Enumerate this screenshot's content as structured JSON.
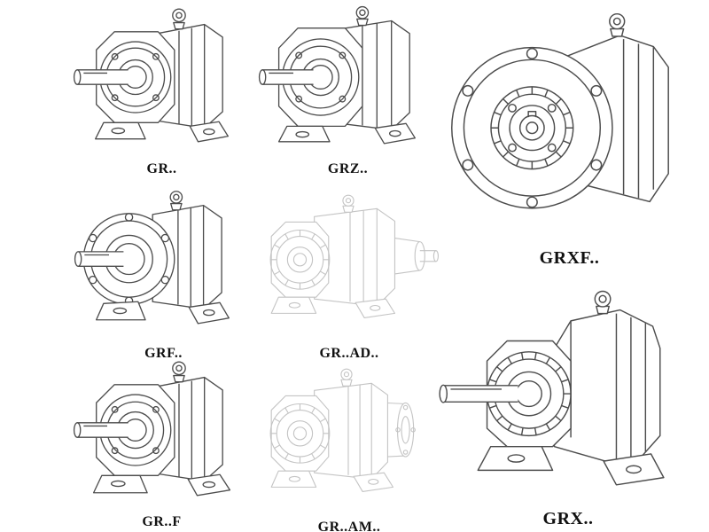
{
  "page": {
    "description": "Helical gear reducer model lineup line drawings"
  },
  "units": {
    "gr": {
      "label": "GR..",
      "drawing": "helical-gearbox-foot-mounted"
    },
    "grz": {
      "label": "GRZ..",
      "drawing": "helical-gearbox-foot-mounted-variant"
    },
    "grxf": {
      "label": "GRXF..",
      "drawing": "helical-gearbox-flange-mounted-large"
    },
    "grf": {
      "label": "GRF..",
      "drawing": "helical-gearbox-flange-with-feet"
    },
    "grad": {
      "label": "GR..AD..",
      "drawing": "helical-gearbox-input-adapter-ghost"
    },
    "grft": {
      "label": "GR..F",
      "drawing": "helical-gearbox-foot-mounted-f"
    },
    "gram": {
      "label": "GR..AM..",
      "drawing": "helical-gearbox-motor-flange-ghost"
    },
    "grx": {
      "label": "GRX..",
      "drawing": "helical-gearbox-foot-mounted-large"
    }
  },
  "colors": {
    "line": "#4d4d4d",
    "ghost_line": "#c4c4c4",
    "text": "#111111",
    "bg": "#ffffff"
  }
}
